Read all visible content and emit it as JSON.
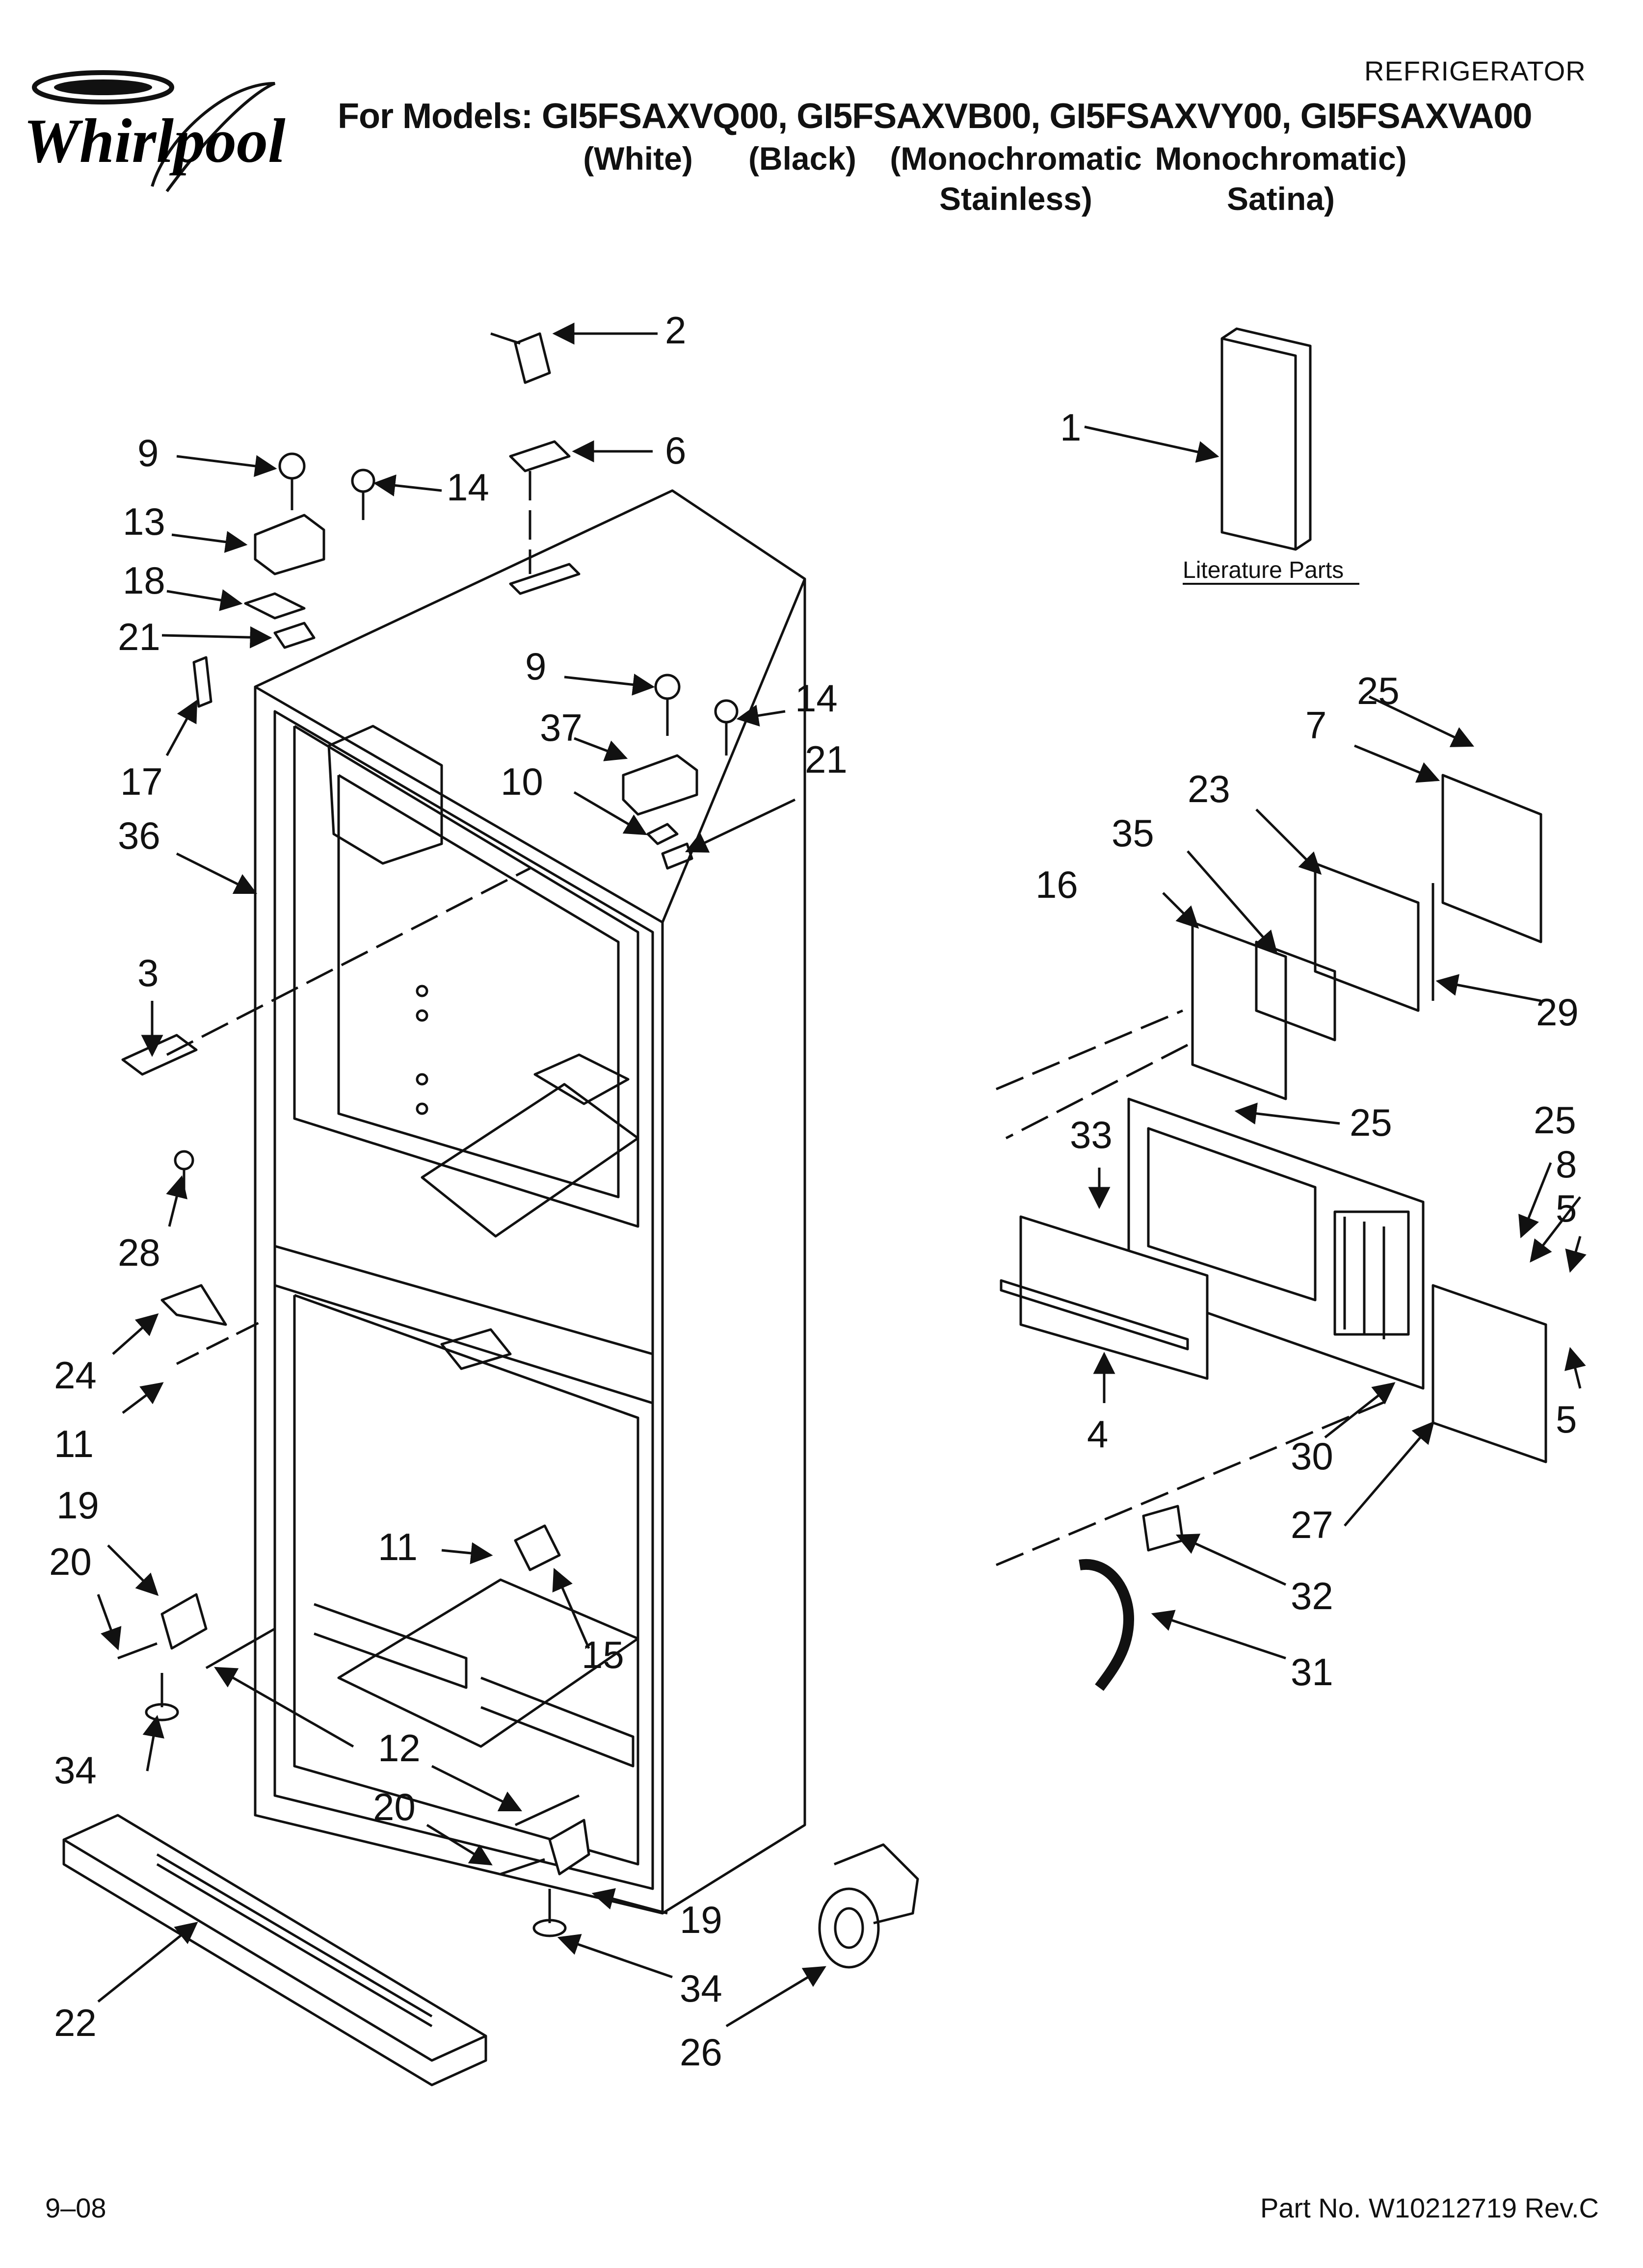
{
  "header": {
    "brand": "Whirlpool",
    "category": "REFRIGERATOR",
    "models_line": "For Models: GI5FSAXVQ00, GI5FSAXVB00, GI5FSAXVY00, GI5FSAXVA00",
    "variants": [
      {
        "line1": "(White)",
        "line2": ""
      },
      {
        "line1": "(Black)",
        "line2": ""
      },
      {
        "line1": "(Monochromatic",
        "line2": "Stainless)"
      },
      {
        "line1": "Monochromatic)",
        "line2": "Satina)"
      }
    ]
  },
  "literature_label": "Literature Parts",
  "callouts": [
    "1",
    "2",
    "3",
    "4",
    "5",
    "5",
    "6",
    "7",
    "8",
    "9",
    "9",
    "10",
    "11",
    "11",
    "12",
    "13",
    "14",
    "14",
    "15",
    "16",
    "17",
    "18",
    "19",
    "19",
    "20",
    "20",
    "21",
    "21",
    "22",
    "23",
    "24",
    "25",
    "25",
    "25",
    "26",
    "27",
    "28",
    "29",
    "30",
    "31",
    "32",
    "33",
    "34",
    "34",
    "35",
    "36",
    "37"
  ],
  "footer": {
    "date": "9–08",
    "part_no": "Part No. W10212719 Rev.C"
  },
  "colors": {
    "ink": "#111111",
    "paper": "#ffffff"
  }
}
